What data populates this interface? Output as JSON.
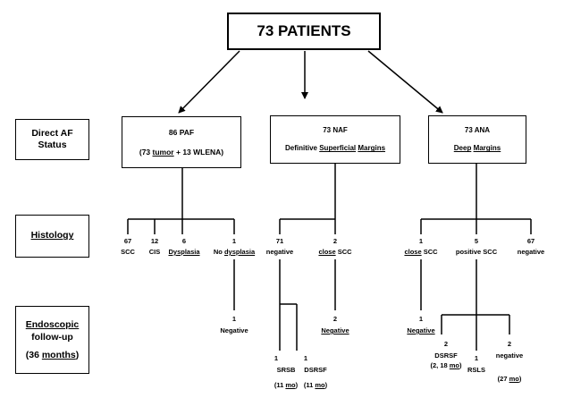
{
  "title": "73 PATIENTS",
  "side_labels": {
    "direct_af_l1": "Direct AF",
    "direct_af_l2": "Status",
    "histology": "Histology",
    "endo_l1": "Endoscopic",
    "endo_l2": "follow-up",
    "endo_l3": "(36",
    "endo_l3u": "months",
    "endo_l3b": ")"
  },
  "paf": {
    "title": "86 PAF",
    "sub_a": "(73",
    "sub_u": "tumor",
    "sub_b": "+ 13 WLENA)",
    "histology": [
      {
        "count": "67",
        "label": "SCC"
      },
      {
        "count": "12",
        "label": "CIS"
      },
      {
        "count": "6",
        "label": "Dysplasia"
      },
      {
        "count": "1",
        "label_a": "No",
        "label_u": "dysplasia"
      }
    ],
    "followup": {
      "count": "1",
      "label": "Negative"
    }
  },
  "naf": {
    "title": "73 NAF",
    "sub_a": "Definitive",
    "sub_u1": "Superficial",
    "sub_u2": "Margins",
    "histology": [
      {
        "count": "71",
        "label": "negative"
      },
      {
        "count": "2",
        "label_u": "close",
        "label_b": "SCC"
      }
    ],
    "followup": [
      {
        "count": "1",
        "label": "SRSB",
        "time_a": "(11",
        "time_u": "mo",
        "time_b": ")"
      },
      {
        "count": "1",
        "label": "DSRSF",
        "time_a": "(11",
        "time_u": "mo",
        "time_b": ")"
      },
      {
        "count": "2",
        "label": "Negative"
      }
    ]
  },
  "ana": {
    "title": "73 ANA",
    "sub_u1": "Deep",
    "sub_u2": "Margins",
    "histology": [
      {
        "count": "1",
        "label_u": "close",
        "label_b": "SCC"
      },
      {
        "count": "5",
        "label": "positive SCC"
      },
      {
        "count": "67",
        "label": "negative"
      }
    ],
    "followup": [
      {
        "count": "1",
        "label": "Negative"
      },
      {
        "count": "2",
        "label": "DSRSF",
        "time_a": "(2, 18",
        "time_u": "mo",
        "time_b": ")"
      },
      {
        "count": "1",
        "label": "RSLS"
      },
      {
        "count": "2",
        "label": "negative",
        "time_a": "(27",
        "time_u": "mo",
        "time_b": ")"
      }
    ]
  }
}
